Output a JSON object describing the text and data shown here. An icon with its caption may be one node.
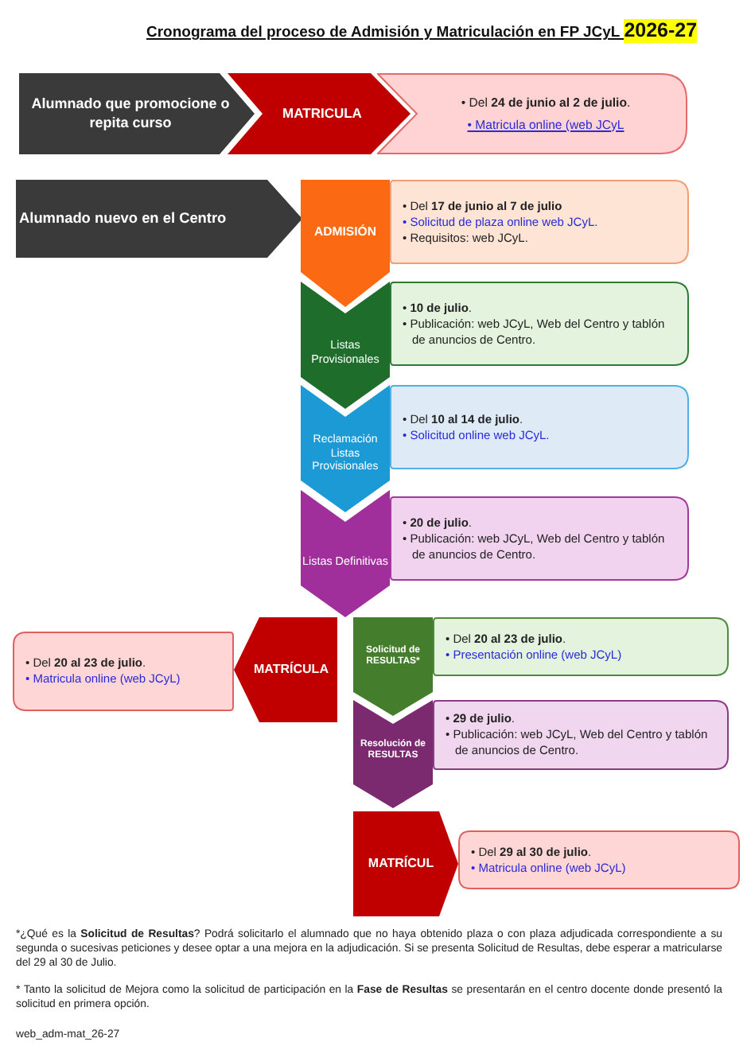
{
  "diagram": {
    "title": "Cronograma del proceso de Admisión y Matriculación en FP JCyL 2026-27",
    "nodes": [
      {
        "text": [
          "Alumnado que promocione o repita curso"
        ]
      },
      {
        "text": [
          "MATRICULA"
        ]
      },
      {
        "text": [
          "• Del **24 de junio al 2 de julio**.",
          "• Matricula online (web JCyL"
        ]
      },
      {
        "text": [
          "Alumnado nuevo en el Centro"
        ]
      },
      {
        "text": [
          "ADMISIÓN"
        ]
      },
      {
        "text": [
          "• Del **17 de junio al 7 de julio**",
          "• Solicitud de plaza online web JCyL.",
          "• Requisitos: web JCyL."
        ]
      },
      {
        "text": [
          "Listas Provisionales"
        ]
      },
      {
        "text": [
          "• **10 de julio**.",
          "• Publicación: web JCyL, Web del Centro y tablón de anuncios de Centro."
        ]
      },
      {
        "text": [
          "Reclamación Listas Provisionales"
        ]
      },
      {
        "text": [
          "• Del **10 al 14 de julio**.",
          "• Solicitud online web JCyL."
        ]
      },
      {
        "text": [
          "Listas Definitivas"
        ]
      },
      {
        "text": [
          "• **20 de julio**.",
          "• Publicación: web JCyL, Web del Centro y tablón de anuncios de Centro."
        ]
      },
      {
        "text": [
          "• Del **20 al 23 de julio**.",
          "• Matricula online (web JCyL)"
        ]
      },
      {
        "text": [
          "MATRÍCULA"
        ]
      },
      {
        "text": [
          "Solicitud de RESULTAS*"
        ]
      },
      {
        "text": [
          "• Del **20 al 23 de julio**.",
          "• Presentación online (web JCyL)"
        ]
      },
      {
        "text": [
          "Resolución de RESULTAS"
        ]
      },
      {
        "text": [
          "• **29 de julio**.",
          "• Publicación: web JCyL, Web del Centro y tablón de anuncios de Centro."
        ]
      },
      {
        "text": [
          "MATRÍCUL"
        ]
      },
      {
        "text": [
          "• Del **29 al 30 de julio**.",
          "• Matricula online (web JCyL)"
        ]
      }
    ],
    "labels": [
      "*¿Qué es la **Solicitud de Resultas**? Podrá solicitarlo el alumnado que no haya obtenido plaza o con plaza adjudicada correspondiente a su segunda o sucesivas peticiones y desee optar a una mejora en la adjudicación. Si se presenta Solicitud de Resultas, debe esperar a matricularse del 29 al 30 de Julio.",
      "* Tanto la solicitud de Mejora como la solicitud de participación en la **Fase de Resultas** se presentarán en el centro docente donde presentó la solicitud en primera opción.",
      "web_adm-mat_26-27"
    ]
  }
}
